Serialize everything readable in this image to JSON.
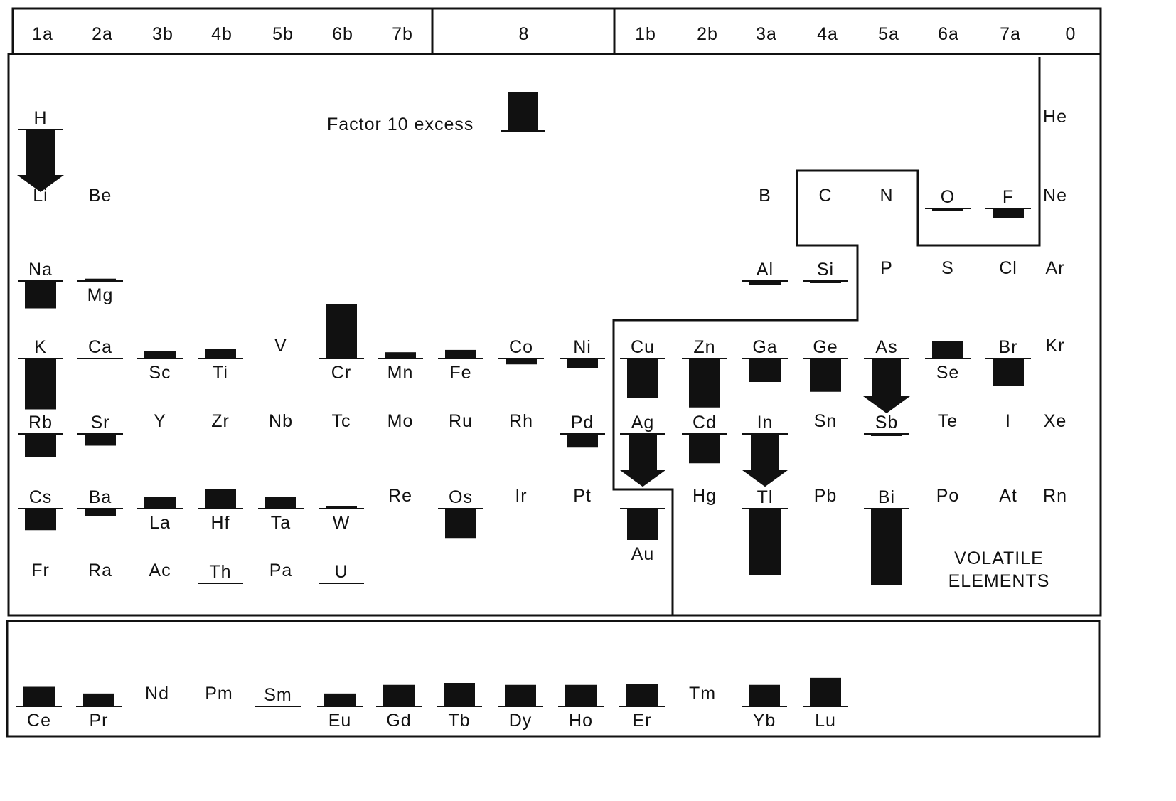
{
  "group_headers": [
    "1a",
    "2a",
    "3b",
    "4b",
    "5b",
    "6b",
    "7b",
    "8",
    "1b",
    "2b",
    "3a",
    "4a",
    "5a",
    "6a",
    "7a",
    "0"
  ],
  "legend": {
    "label": "Factor 10 excess",
    "value": 1
  },
  "volatile_label": [
    "VOLATILE",
    "ELEMENTS"
  ],
  "colors": {
    "ink": "#111111",
    "background": "#ffffff"
  },
  "elements": [
    {
      "symbol": "H",
      "col": 0,
      "row": 0,
      "marked": true,
      "dir": "down",
      "value": 1.6,
      "arrow": true
    },
    {
      "symbol": "Li",
      "col": 0,
      "row": 1
    },
    {
      "symbol": "Be",
      "col": 1,
      "row": 1
    },
    {
      "symbol": "He",
      "col": 15,
      "row": 0
    },
    {
      "symbol": "B",
      "col": 10,
      "row": 1
    },
    {
      "symbol": "C",
      "col": 11,
      "row": 1
    },
    {
      "symbol": "N",
      "col": 12,
      "row": 1
    },
    {
      "symbol": "O",
      "col": 13,
      "row": 1,
      "marked": true,
      "dir": "down",
      "value": 0.05
    },
    {
      "symbol": "F",
      "col": 14,
      "row": 1,
      "marked": true,
      "dir": "down",
      "value": 0.25
    },
    {
      "symbol": "Ne",
      "col": 15,
      "row": 1
    },
    {
      "symbol": "Na",
      "col": 0,
      "row": 2,
      "marked": true,
      "dir": "down",
      "value": 0.7
    },
    {
      "symbol": "Mg",
      "col": 1,
      "row": 2,
      "marked": true,
      "dir": "up",
      "value": 0.06
    },
    {
      "symbol": "Al",
      "col": 10,
      "row": 2,
      "marked": true,
      "dir": "down",
      "value": 0.1
    },
    {
      "symbol": "Si",
      "col": 11,
      "row": 2,
      "marked": true,
      "dir": "down",
      "value": 0.05
    },
    {
      "symbol": "P",
      "col": 12,
      "row": 2
    },
    {
      "symbol": "S",
      "col": 13,
      "row": 2
    },
    {
      "symbol": "Cl",
      "col": 14,
      "row": 2
    },
    {
      "symbol": "Ar",
      "col": 15,
      "row": 2
    },
    {
      "symbol": "K",
      "col": 0,
      "row": 3,
      "marked": true,
      "dir": "down",
      "value": 1.3
    },
    {
      "symbol": "Ca",
      "col": 1,
      "row": 3,
      "marked": true,
      "dir": "down",
      "value": 0
    },
    {
      "symbol": "Sc",
      "col": 2,
      "row": 3,
      "marked": true,
      "dir": "up",
      "value": 0.2
    },
    {
      "symbol": "Ti",
      "col": 3,
      "row": 3,
      "marked": true,
      "dir": "up",
      "value": 0.24
    },
    {
      "symbol": "V",
      "col": 4,
      "row": 3
    },
    {
      "symbol": "Cr",
      "col": 5,
      "row": 3,
      "marked": true,
      "dir": "up",
      "value": 1.4
    },
    {
      "symbol": "Mn",
      "col": 6,
      "row": 3,
      "marked": true,
      "dir": "up",
      "value": 0.16
    },
    {
      "symbol": "Fe",
      "col": 7,
      "row": 3,
      "marked": true,
      "dir": "up",
      "value": 0.22
    },
    {
      "symbol": "Co",
      "col": 8,
      "row": 3,
      "marked": true,
      "dir": "down",
      "value": 0.15
    },
    {
      "symbol": "Ni",
      "col": 9,
      "row": 3,
      "marked": true,
      "dir": "down",
      "value": 0.25
    },
    {
      "symbol": "Cu",
      "col": 10,
      "row": 3,
      "marked": true,
      "dir": "down",
      "value": 1.0
    },
    {
      "symbol": "Zn",
      "col": 11,
      "row": 3,
      "marked": true,
      "dir": "down",
      "value": 1.25
    },
    {
      "symbol": "Ga",
      "col": 12,
      "row": 3,
      "marked": true,
      "dir": "down",
      "value": 0.6
    },
    {
      "symbol": "Ge",
      "col": 13,
      "row": 3,
      "marked": true,
      "dir": "down",
      "value": 0.85
    },
    {
      "symbol": "As",
      "col": 14,
      "row": 3,
      "marked": true,
      "dir": "down",
      "value": 1.4,
      "arrow": true
    },
    {
      "symbol": "Se",
      "col": 15,
      "row": 3,
      "marked": true,
      "dir": "up",
      "value": 0.45
    },
    {
      "symbol": "Br",
      "col": 16,
      "row": 3,
      "marked": true,
      "dir": "down",
      "value": 0.7
    },
    {
      "symbol": "Kr",
      "col": 17,
      "row": 3
    },
    {
      "symbol": "Rb",
      "col": 0,
      "row": 4,
      "marked": true,
      "dir": "down",
      "value": 0.6
    },
    {
      "symbol": "Sr",
      "col": 1,
      "row": 4,
      "marked": true,
      "dir": "down",
      "value": 0.3
    },
    {
      "symbol": "Y",
      "col": 2,
      "row": 4
    },
    {
      "symbol": "Zr",
      "col": 3,
      "row": 4
    },
    {
      "symbol": "Nb",
      "col": 4,
      "row": 4
    },
    {
      "symbol": "Tc",
      "col": 5,
      "row": 4
    },
    {
      "symbol": "Mo",
      "col": 6,
      "row": 4
    },
    {
      "symbol": "Ru",
      "col": 7,
      "row": 4
    },
    {
      "symbol": "Rh",
      "col": 8,
      "row": 4
    },
    {
      "symbol": "Pd",
      "col": 9,
      "row": 4,
      "marked": true,
      "dir": "down",
      "value": 0.35
    },
    {
      "symbol": "Ag",
      "col": 10,
      "row": 4,
      "marked": true,
      "dir": "down",
      "value": 1.35,
      "arrow": true
    },
    {
      "symbol": "Cd",
      "col": 11,
      "row": 4,
      "marked": true,
      "dir": "down",
      "value": 0.75
    },
    {
      "symbol": "In",
      "col": 12,
      "row": 4,
      "marked": true,
      "dir": "down",
      "value": 1.35,
      "arrow": true
    },
    {
      "symbol": "Sn",
      "col": 13,
      "row": 4
    },
    {
      "symbol": "Sb",
      "col": 14,
      "row": 4,
      "marked": true,
      "dir": "down",
      "value": 0.05
    },
    {
      "symbol": "Te",
      "col": 15,
      "row": 4
    },
    {
      "symbol": "I",
      "col": 16,
      "row": 4
    },
    {
      "symbol": "Xe",
      "col": 17,
      "row": 4
    },
    {
      "symbol": "Cs",
      "col": 0,
      "row": 5,
      "marked": true,
      "dir": "down",
      "value": 0.55
    },
    {
      "symbol": "Ba",
      "col": 1,
      "row": 5,
      "marked": true,
      "dir": "down",
      "value": 0.2
    },
    {
      "symbol": "La",
      "col": 2,
      "row": 5,
      "marked": true,
      "dir": "up",
      "value": 0.3
    },
    {
      "symbol": "Hf",
      "col": 3,
      "row": 5,
      "marked": true,
      "dir": "up",
      "value": 0.5
    },
    {
      "symbol": "Ta",
      "col": 4,
      "row": 5,
      "marked": true,
      "dir": "up",
      "value": 0.3
    },
    {
      "symbol": "W",
      "col": 5,
      "row": 5,
      "marked": true,
      "dir": "up",
      "value": 0.07
    },
    {
      "symbol": "Re",
      "col": 6,
      "row": 5
    },
    {
      "symbol": "Os",
      "col": 7,
      "row": 5,
      "marked": true,
      "dir": "down",
      "value": 0.75
    },
    {
      "symbol": "Ir",
      "col": 8,
      "row": 5
    },
    {
      "symbol": "Pt",
      "col": 9,
      "row": 5
    },
    {
      "symbol": "Au",
      "col": 10,
      "row": 5,
      "marked": true,
      "dir": "up-label-below",
      "value": 0.8
    },
    {
      "symbol": "Hg",
      "col": 11,
      "row": 5
    },
    {
      "symbol": "Tl",
      "col": 12,
      "row": 5,
      "marked": true,
      "dir": "down",
      "value": 1.7
    },
    {
      "symbol": "Pb",
      "col": 13,
      "row": 5
    },
    {
      "symbol": "Bi",
      "col": 14,
      "row": 5,
      "marked": true,
      "dir": "down",
      "value": 1.95
    },
    {
      "symbol": "Po",
      "col": 15,
      "row": 5
    },
    {
      "symbol": "At",
      "col": 16,
      "row": 5
    },
    {
      "symbol": "Rn",
      "col": 17,
      "row": 5
    },
    {
      "symbol": "Fr",
      "col": 0,
      "row": 6
    },
    {
      "symbol": "Ra",
      "col": 1,
      "row": 6
    },
    {
      "symbol": "Ac",
      "col": 2,
      "row": 6
    },
    {
      "symbol": "Th",
      "col": 3,
      "row": 6,
      "marked": true,
      "dir": "down",
      "value": 0
    },
    {
      "symbol": "Pa",
      "col": 4,
      "row": 6
    },
    {
      "symbol": "U",
      "col": 5,
      "row": 6,
      "marked": true,
      "dir": "down",
      "value": 0
    },
    {
      "symbol": "Ce",
      "col": 0,
      "row": 7,
      "marked": true,
      "dir": "up",
      "value": 0.5
    },
    {
      "symbol": "Pr",
      "col": 1,
      "row": 7,
      "marked": true,
      "dir": "up",
      "value": 0.33
    },
    {
      "symbol": "Nd",
      "col": 2,
      "row": 7
    },
    {
      "symbol": "Pm",
      "col": 3,
      "row": 7
    },
    {
      "symbol": "Sm",
      "col": 4,
      "row": 7,
      "marked": true,
      "dir": "down",
      "value": 0
    },
    {
      "symbol": "Eu",
      "col": 5,
      "row": 7,
      "marked": true,
      "dir": "up",
      "value": 0.33
    },
    {
      "symbol": "Gd",
      "col": 6,
      "row": 7,
      "marked": true,
      "dir": "up",
      "value": 0.55
    },
    {
      "symbol": "Tb",
      "col": 7,
      "row": 7,
      "marked": true,
      "dir": "up",
      "value": 0.6
    },
    {
      "symbol": "Dy",
      "col": 8,
      "row": 7,
      "marked": true,
      "dir": "up",
      "value": 0.55
    },
    {
      "symbol": "Ho",
      "col": 9,
      "row": 7,
      "marked": true,
      "dir": "up",
      "value": 0.55
    },
    {
      "symbol": "Er",
      "col": 10,
      "row": 7,
      "marked": true,
      "dir": "up",
      "value": 0.58
    },
    {
      "symbol": "Tm",
      "col": 11,
      "row": 7
    },
    {
      "symbol": "Yb",
      "col": 12,
      "row": 7,
      "marked": true,
      "dir": "up",
      "value": 0.55
    },
    {
      "symbol": "Lu",
      "col": 13,
      "row": 7,
      "marked": true,
      "dir": "up",
      "value": 0.73
    }
  ]
}
